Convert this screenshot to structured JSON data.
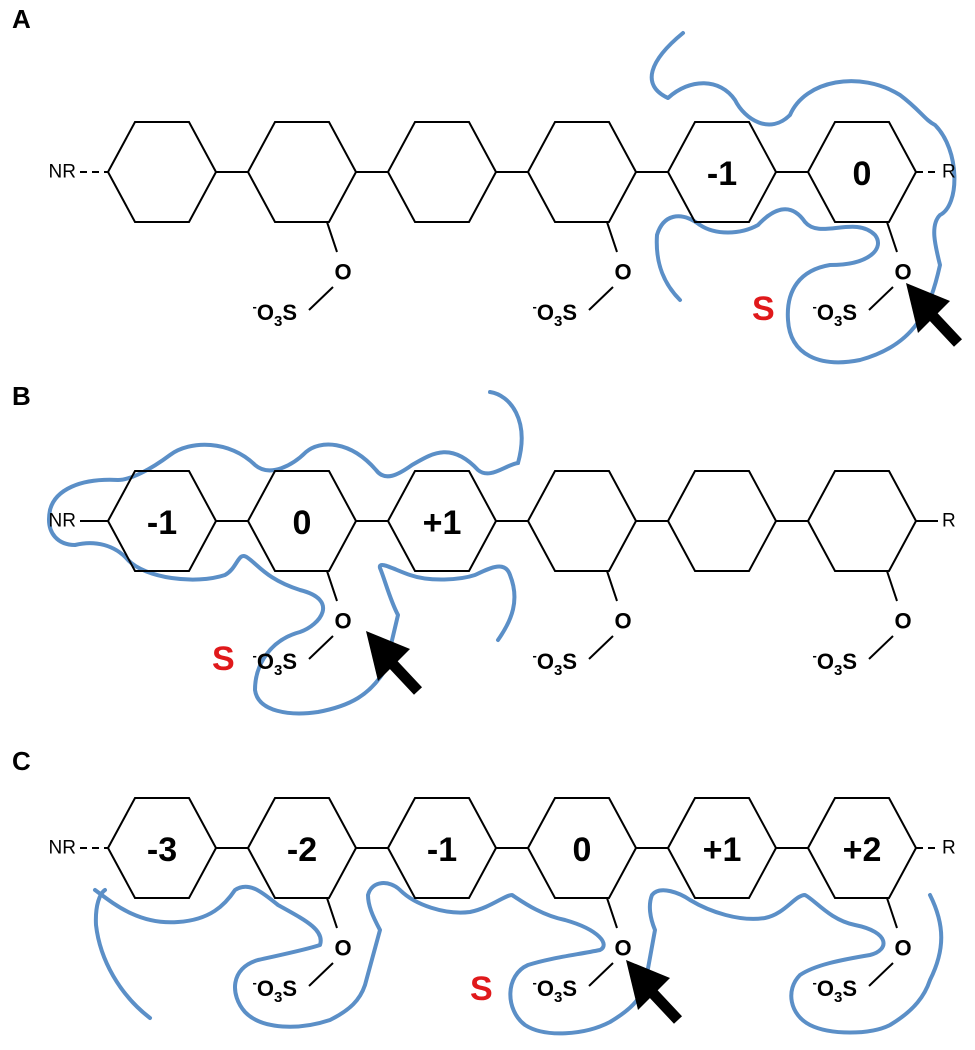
{
  "panels": [
    {
      "label": "A",
      "left_end": "NR",
      "right_end": "R",
      "ring_labels": [
        "",
        "",
        "",
        "",
        "-1",
        "0"
      ],
      "sulfated_rings": [
        2,
        4,
        6
      ],
      "site_label": "S"
    },
    {
      "label": "B",
      "left_end": "NR",
      "right_end": "R",
      "ring_labels": [
        "-1",
        "0",
        "+1",
        "",
        "",
        ""
      ],
      "sulfated_rings": [
        2,
        4,
        6
      ],
      "site_label": "S"
    },
    {
      "label": "C",
      "left_end": "NR",
      "right_end": "R",
      "ring_labels": [
        "-3",
        "-2",
        "-1",
        "0",
        "+1",
        "+2"
      ],
      "sulfated_rings": [
        2,
        4,
        6
      ],
      "site_label": "S"
    }
  ],
  "atoms": {
    "oxygen": "O",
    "sulfate_charge": "-",
    "sulfate_o": "O",
    "sulfate_sub": "3",
    "sulfate_s": "S"
  },
  "colors": {
    "enzyme_outline": "#5b8fc7",
    "site_label": "#e0191b",
    "structure": "#000000"
  },
  "icons": {
    "cleavage_pointer": "arrow-icon"
  }
}
